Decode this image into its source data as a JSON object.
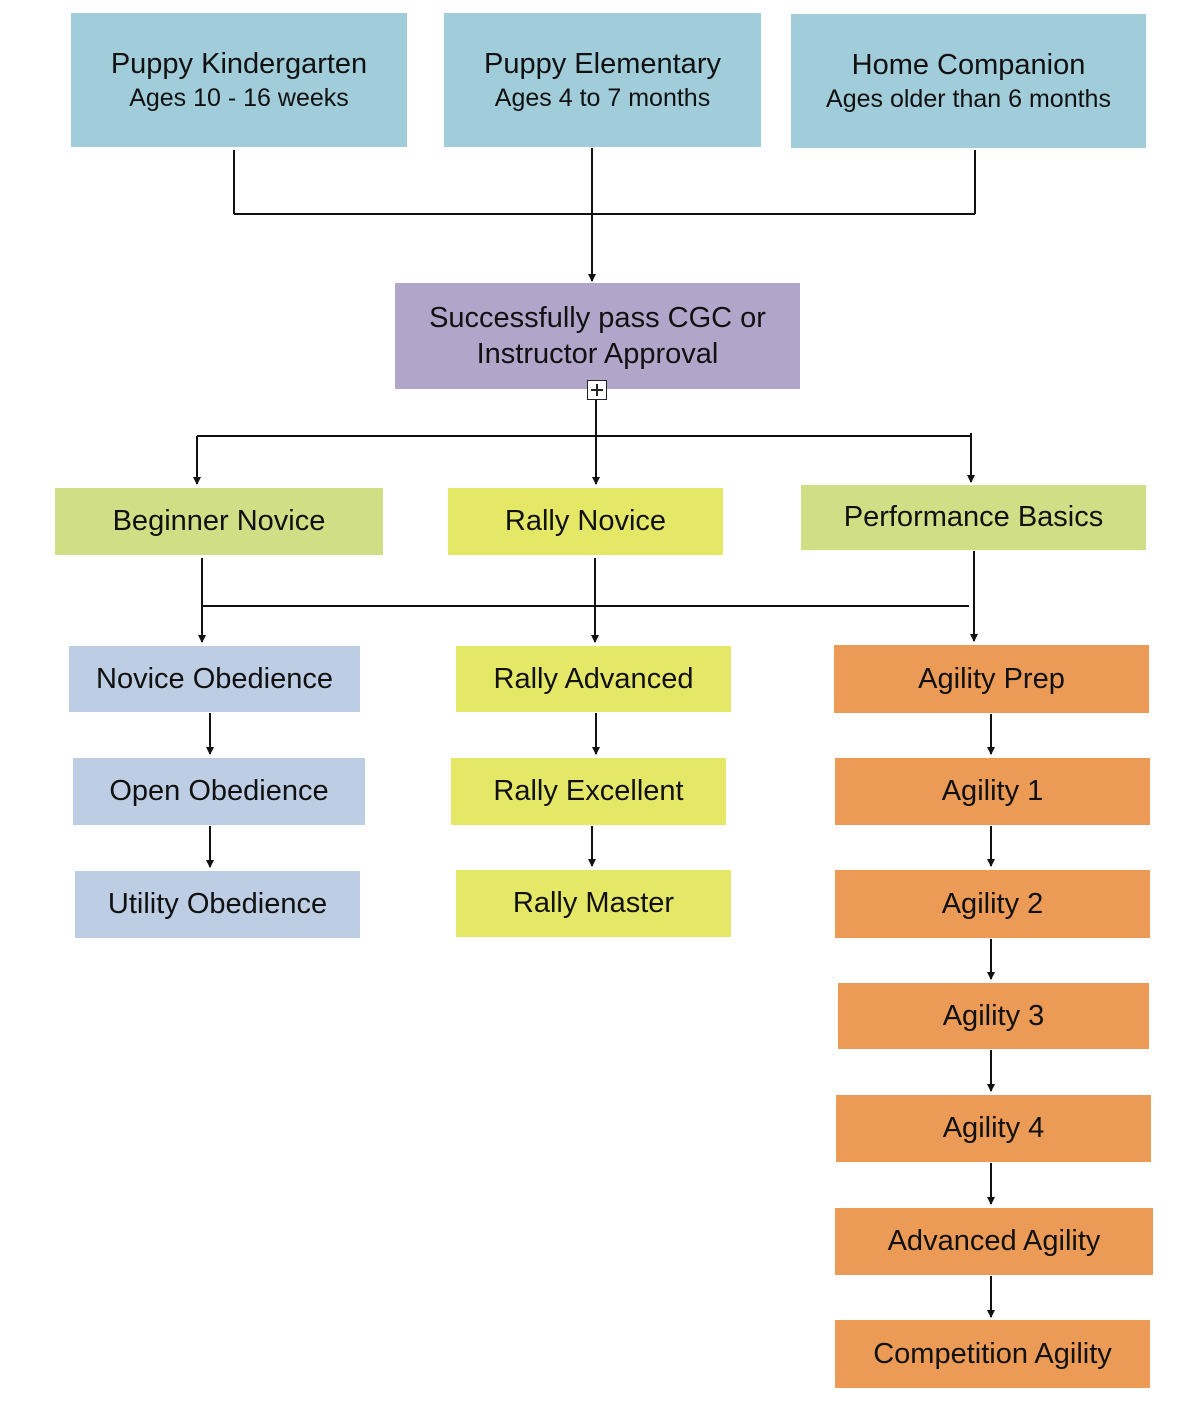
{
  "nodes": {
    "puppy_kindergarten": {
      "title": "Puppy Kindergarten",
      "subtitle": "Ages 10 - 16 weeks"
    },
    "puppy_elementary": {
      "title": "Puppy Elementary",
      "subtitle": "Ages 4 to 7 months"
    },
    "home_companion": {
      "title": "Home Companion",
      "subtitle": "Ages older than 6 months"
    },
    "cgc": {
      "line1": "Successfully pass CGC or",
      "line2": "Instructor Approval"
    },
    "beginner_novice": "Beginner Novice",
    "rally_novice": "Rally Novice",
    "performance_basics": "Performance Basics",
    "novice_obedience": "Novice Obedience",
    "open_obedience": "Open Obedience",
    "utility_obedience": "Utility Obedience",
    "rally_advanced": "Rally Advanced",
    "rally_excellent": "Rally Excellent",
    "rally_master": "Rally Master",
    "agility_prep": "Agility Prep",
    "agility_1": "Agility 1",
    "agility_2": "Agility 2",
    "agility_3": "Agility 3",
    "agility_4": "Agility 4",
    "advanced_agility": "Advanced Agility",
    "competition_agility": "Competition Agility"
  },
  "edges": [
    [
      "puppy_kindergarten",
      "cgc"
    ],
    [
      "puppy_elementary",
      "cgc"
    ],
    [
      "home_companion",
      "cgc"
    ],
    [
      "cgc",
      "beginner_novice"
    ],
    [
      "cgc",
      "rally_novice"
    ],
    [
      "cgc",
      "performance_basics"
    ],
    [
      "beginner_novice",
      "novice_obedience"
    ],
    [
      "rally_novice",
      "rally_advanced"
    ],
    [
      "performance_basics",
      "agility_prep"
    ],
    [
      "novice_obedience",
      "open_obedience"
    ],
    [
      "open_obedience",
      "utility_obedience"
    ],
    [
      "rally_advanced",
      "rally_excellent"
    ],
    [
      "rally_excellent",
      "rally_master"
    ],
    [
      "agility_prep",
      "agility_1"
    ],
    [
      "agility_1",
      "agility_2"
    ],
    [
      "agility_2",
      "agility_3"
    ],
    [
      "agility_3",
      "agility_4"
    ],
    [
      "agility_4",
      "advanced_agility"
    ],
    [
      "advanced_agility",
      "competition_agility"
    ]
  ],
  "colors": {
    "top_level": "#a1ccd9",
    "cgc": "#b1a5c9",
    "novice_lime": "#d0df85",
    "rally_yellow": "#e5e867",
    "obedience_blue": "#bccde4",
    "agility_orange": "#eb9b56",
    "connector": "#111111"
  }
}
